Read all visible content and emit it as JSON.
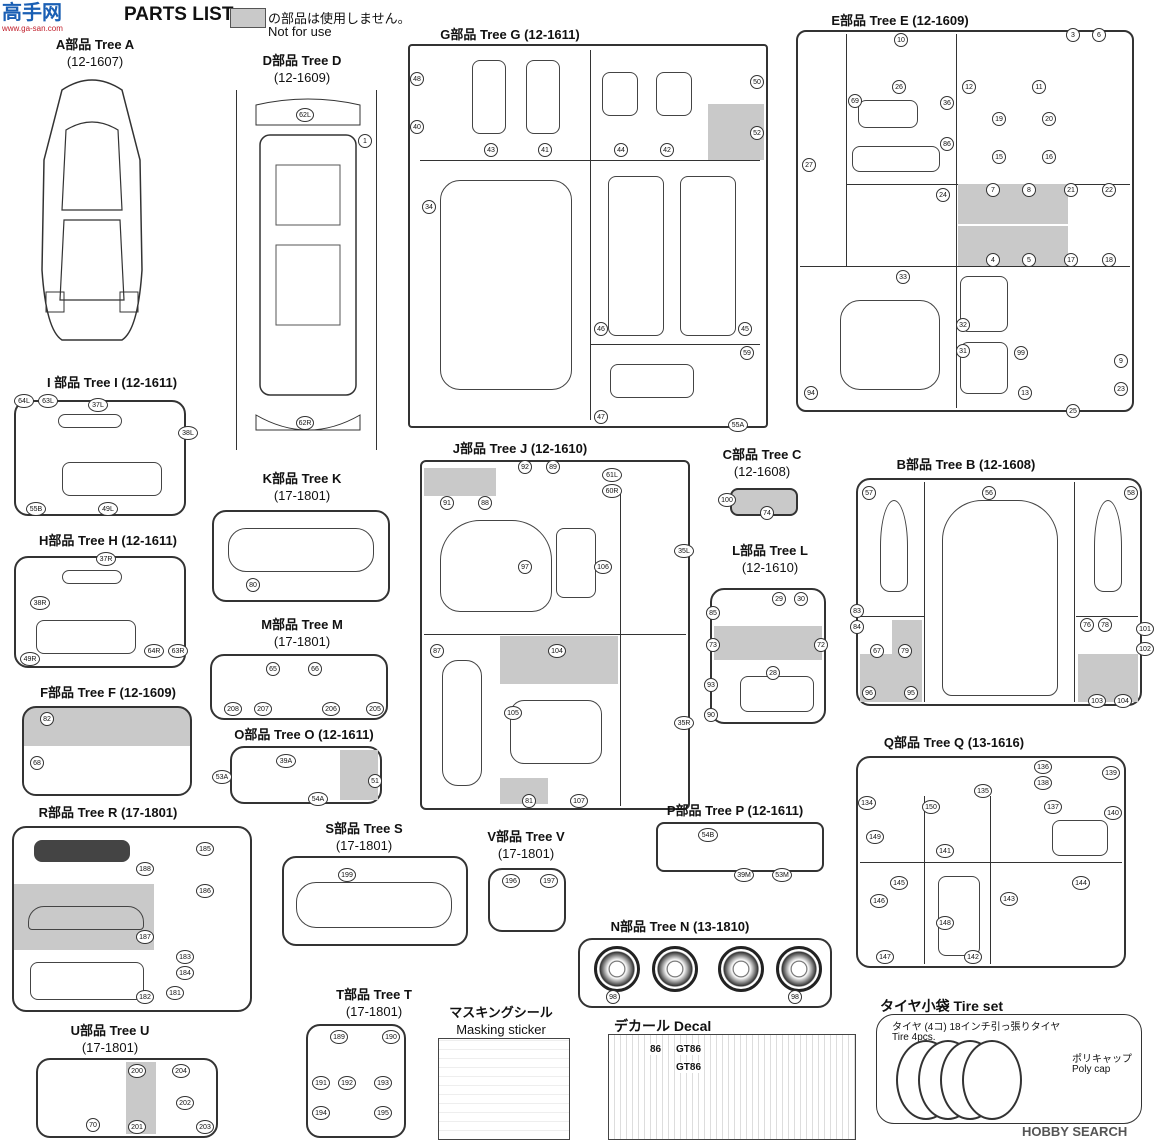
{
  "header": {
    "brand_top": "高手网",
    "brand_url": "www.ga-san.com",
    "title": "PARTS LIST",
    "legend_jp": "の部品は使用しません。",
    "legend_en": "Not for use"
  },
  "trees": {
    "A": {
      "name": "A部品 Tree A",
      "code": "(12-1607)"
    },
    "D": {
      "name": "D部品 Tree D",
      "code": "(12-1609)"
    },
    "G": {
      "name": "G部品 Tree G",
      "code": "(12-1611)"
    },
    "E": {
      "name": "E部品 Tree E",
      "code": "(12-1609)"
    },
    "I": {
      "name": "I 部品 Tree I",
      "code": "(12-1611)"
    },
    "H": {
      "name": "H部品 Tree H",
      "code": "(12-1611)"
    },
    "F": {
      "name": "F部品 Tree F",
      "code": "(12-1609)"
    },
    "K": {
      "name": "K部品 Tree K",
      "code": "(17-1801)"
    },
    "M": {
      "name": "M部品 Tree M",
      "code": "(17-1801)"
    },
    "O": {
      "name": "O部品 Tree O",
      "code": "(12-1611)"
    },
    "R": {
      "name": "R部品 Tree R",
      "code": "(17-1801)"
    },
    "S": {
      "name": "S部品 Tree S",
      "code": "(17-1801)"
    },
    "V": {
      "name": "V部品 Tree V",
      "code": "(17-1801)"
    },
    "U": {
      "name": "U部品 Tree U",
      "code": "(17-1801)"
    },
    "T": {
      "name": "T部品 Tree T",
      "code": "(17-1801)"
    },
    "J": {
      "name": "J部品 Tree J",
      "code": "(12-1610)"
    },
    "C": {
      "name": "C部品 Tree C",
      "code": "(12-1608)"
    },
    "L": {
      "name": "L部品 Tree L",
      "code": "(12-1610)"
    },
    "B": {
      "name": "B部品 Tree B",
      "code": "(12-1608)"
    },
    "P": {
      "name": "P部品 Tree P",
      "code": "(12-1611)"
    },
    "N": {
      "name": "N部品 Tree N",
      "code": "(13-1810)"
    },
    "Q": {
      "name": "Q部品 Tree Q",
      "code": "(13-1616)"
    }
  },
  "masking": {
    "jp": "マスキングシール",
    "en": "Masking sticker"
  },
  "decal": {
    "title": "デカール Decal",
    "label1": "GT86",
    "label2": "GT86",
    "label3": "86"
  },
  "tire_set": {
    "title": "タイヤ小袋 Tire set",
    "desc_jp": "タイヤ (4コ) 18インチ引っ張りタイヤ",
    "desc_en": "Tire 4pcs.",
    "cap_jp": "ポリキャップ",
    "cap_en": "Poly cap"
  },
  "watermark": "HOBBY SEARCH",
  "part_numbers": {
    "D": [
      "62L",
      "1",
      "62R"
    ],
    "G": [
      "48",
      "40",
      "43",
      "41",
      "44",
      "42",
      "50",
      "52",
      "34",
      "46",
      "45",
      "59",
      "47",
      "55A"
    ],
    "E": [
      "10",
      "26",
      "36",
      "69",
      "86",
      "27",
      "24",
      "12",
      "11",
      "3",
      "6",
      "19",
      "20",
      "15",
      "16",
      "7",
      "8",
      "21",
      "22",
      "4",
      "5",
      "17",
      "18",
      "33",
      "32",
      "31",
      "99",
      "94",
      "13",
      "25",
      "9",
      "23"
    ],
    "I": [
      "64L",
      "63L",
      "37L",
      "38L",
      "55B",
      "49L"
    ],
    "H": [
      "37R",
      "38R",
      "49R",
      "64R",
      "63R"
    ],
    "F": [
      "82",
      "68"
    ],
    "K": [
      "80"
    ],
    "M": [
      "65",
      "66",
      "208",
      "207",
      "206",
      "205"
    ],
    "O": [
      "39A",
      "53A",
      "54A",
      "51"
    ],
    "R": [
      "188",
      "185",
      "186",
      "187",
      "183",
      "184",
      "181",
      "182"
    ],
    "S": [
      "199"
    ],
    "V": [
      "196",
      "197"
    ],
    "U": [
      "200",
      "204",
      "201",
      "202",
      "203",
      "70"
    ],
    "T": [
      "189",
      "190",
      "191",
      "192",
      "193",
      "194",
      "195"
    ],
    "J": [
      "92",
      "89",
      "61L",
      "60R",
      "91",
      "88",
      "97",
      "106",
      "35L",
      "87",
      "104",
      "105",
      "35R",
      "81",
      "107"
    ],
    "C": [
      "100",
      "74"
    ],
    "L": [
      "29",
      "30",
      "85",
      "73",
      "72",
      "28",
      "93",
      "90"
    ],
    "B": [
      "57",
      "56",
      "58",
      "83",
      "84",
      "67",
      "79",
      "76",
      "78",
      "101",
      "102",
      "96",
      "95",
      "103",
      "104"
    ],
    "P": [
      "54B",
      "39M",
      "53M"
    ],
    "N": [
      "98",
      "98"
    ],
    "Q": [
      "135",
      "136",
      "138",
      "139",
      "134",
      "150",
      "137",
      "140",
      "149",
      "141",
      "145",
      "146",
      "148",
      "143",
      "144",
      "147",
      "142"
    ]
  }
}
